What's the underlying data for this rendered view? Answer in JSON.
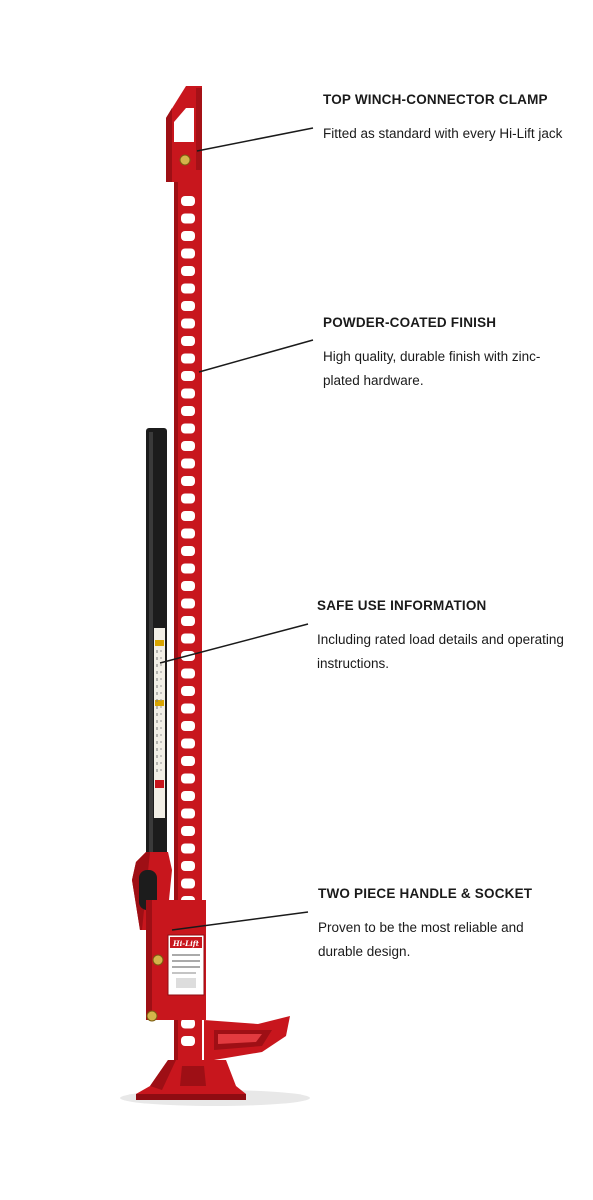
{
  "callouts": [
    {
      "title": "TOP WINCH-CONNECTOR CLAMP",
      "description": "Fitted as standard with every Hi-Lift jack"
    },
    {
      "title": "POWDER-COATED FINISH",
      "description": "High quality, durable finish with zinc-plated hardware."
    },
    {
      "title": "SAFE USE INFORMATION",
      "description": "Including rated load details and operating instructions."
    },
    {
      "title": "TWO PIECE HANDLE & SOCKET",
      "description": "Proven to be the most reliable and durable design."
    }
  ],
  "product": {
    "brand_logo_text": "Hi-Lift",
    "colors": {
      "jack_red": "#c8161d",
      "jack_dark_red": "#8f0c12",
      "handle_black": "#1c1c1c",
      "leader_line": "#1a1a1a"
    }
  }
}
